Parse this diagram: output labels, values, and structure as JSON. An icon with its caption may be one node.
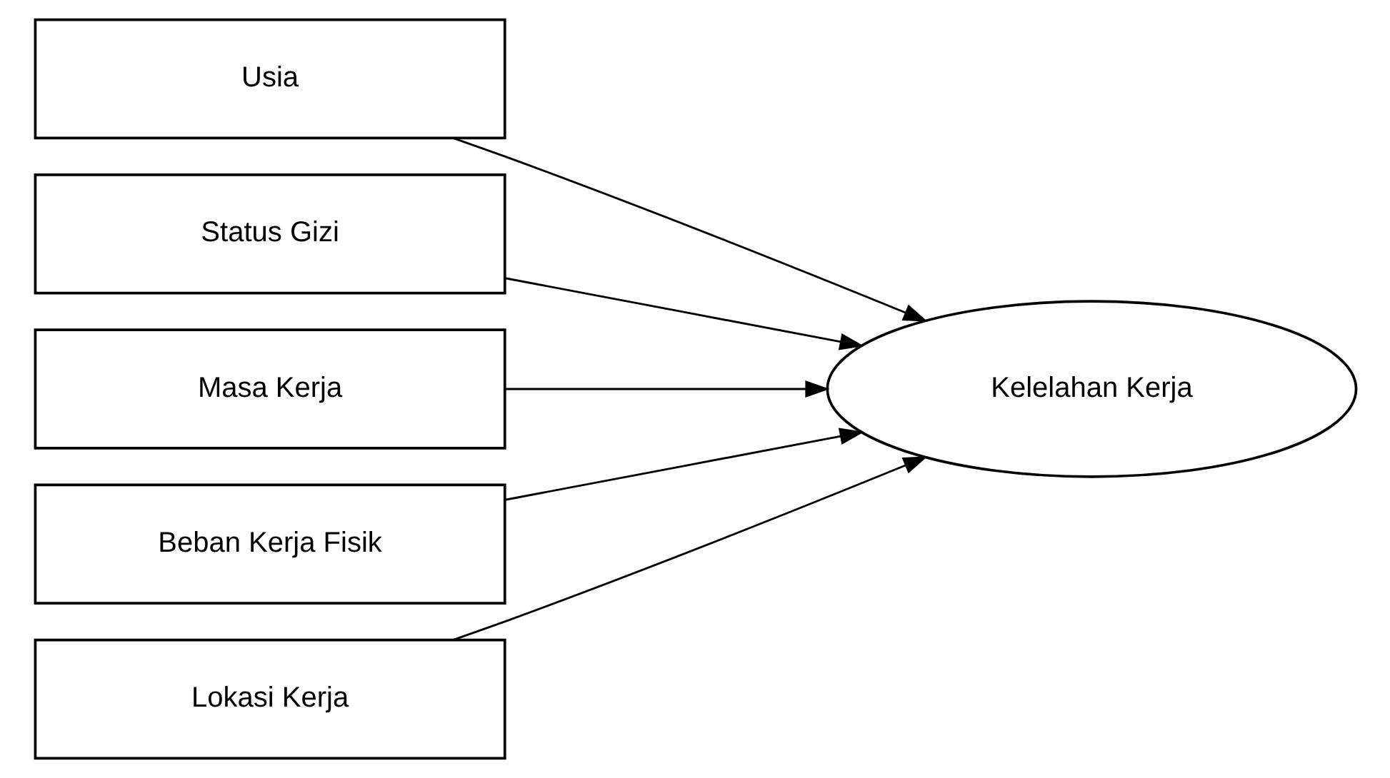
{
  "diagram": {
    "nodes": [
      {
        "text": [
          "Usia"
        ]
      },
      {
        "text": [
          "Status Gizi"
        ]
      },
      {
        "text": [
          "Masa Kerja"
        ]
      },
      {
        "text": [
          "Beban Kerja Fisik"
        ]
      },
      {
        "text": [
          "Lokasi Kerja"
        ]
      },
      {
        "text": [
          "Kelelahan Kerja"
        ]
      }
    ],
    "edges": [
      {
        "from": 0,
        "to": 5,
        "arrow": "to"
      },
      {
        "from": 1,
        "to": 5,
        "arrow": "to"
      },
      {
        "from": 2,
        "to": 5,
        "arrow": "to"
      },
      {
        "from": 3,
        "to": 5,
        "arrow": "to"
      },
      {
        "from": 4,
        "to": 5,
        "arrow": "to"
      }
    ]
  }
}
